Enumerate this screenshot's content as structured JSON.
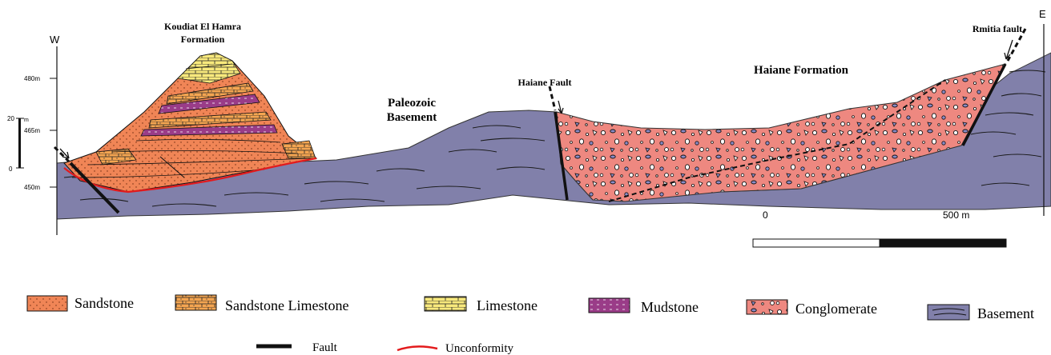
{
  "directions": {
    "west": "W",
    "east": "E"
  },
  "labels": {
    "koudiat_line1": "Koudiat El Hamra",
    "koudiat_line2": "Formation",
    "paleozoic_line1": "Paleozoic",
    "paleozoic_line2": "Basement",
    "haiane_fault": "Haiane Fault",
    "haiane_formation": "Haiane Formation",
    "rmitia_fault": "Rmitia fault"
  },
  "elevation": {
    "ticks": [
      "480m",
      "465m",
      "450m"
    ],
    "scale_top": "20",
    "scale_bottom": "0",
    "scale_unit": "m"
  },
  "scale_bar": {
    "start": "0",
    "end": "500 m"
  },
  "legend": {
    "sandstone": "Sandstone",
    "sandstone_limestone": "Sandstone Limestone",
    "limestone": "Limestone",
    "mudstone": "Mudstone",
    "conglomerate": "Conglomerate",
    "basement": "Basement",
    "fault": "Fault",
    "unconformity": "Unconformity"
  },
  "colors": {
    "sandstone": "#f08556",
    "sandstone_limestone": "#f4a551",
    "limestone": "#f8e97c",
    "mudstone": "#9a3c88",
    "conglomerate": "#ee8880",
    "basement": "#8180aa",
    "unconformity": "#e31a1c"
  }
}
